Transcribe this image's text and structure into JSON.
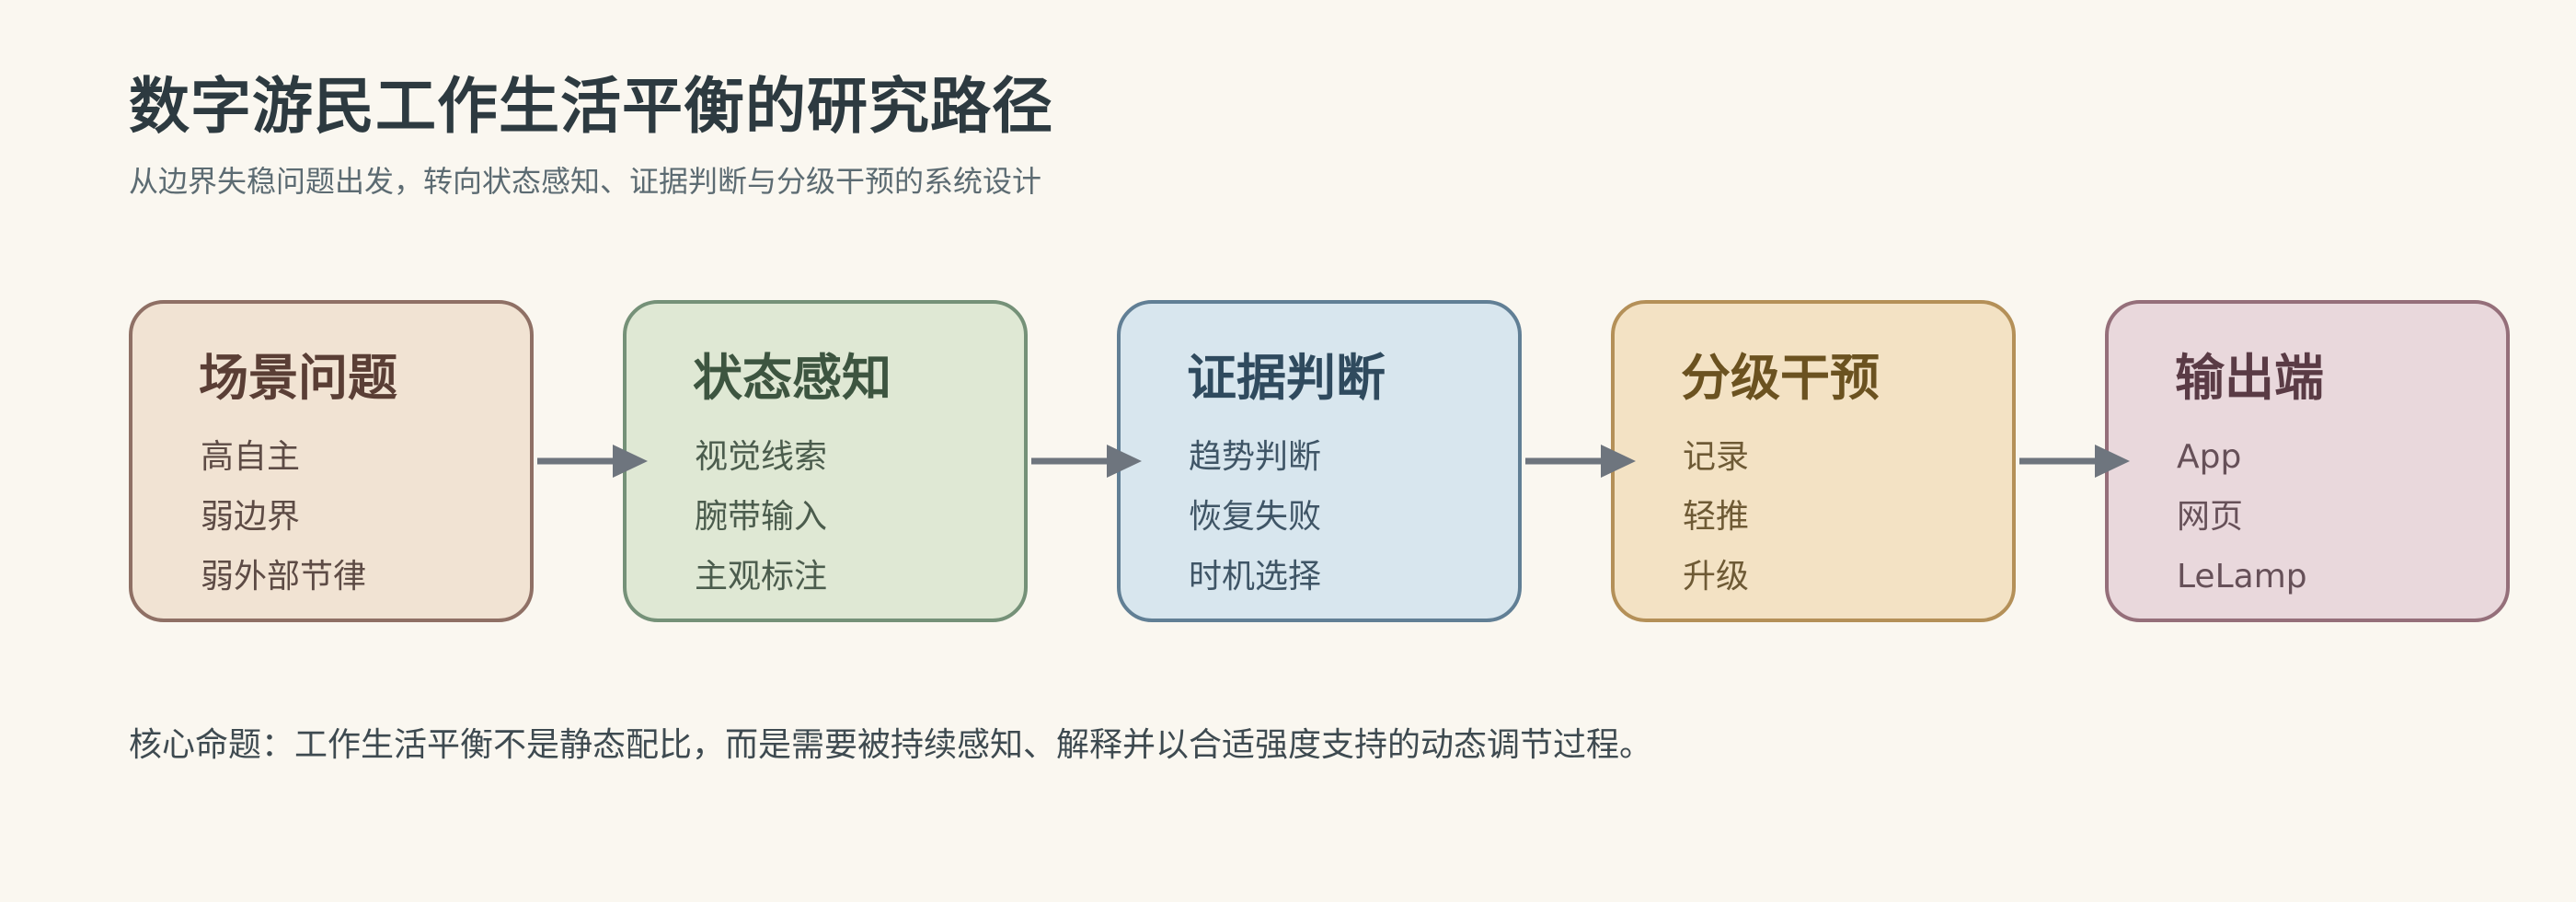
{
  "title": "数字游民工作生活平衡的研究路径",
  "subtitle": "从边界失稳问题出发，转向状态感知、证据判断与分级干预的系统设计",
  "stages": [
    {
      "title": "场景问题",
      "items": [
        "高自主",
        "弱边界",
        "弱外部节律"
      ],
      "fill": "#f1e3d3",
      "border": "#8f7065",
      "title_color": "#5a3e35",
      "item_color": "#5d4b45"
    },
    {
      "title": "状态感知",
      "items": [
        "视觉线索",
        "腕带输入",
        "主观标注"
      ],
      "fill": "#dfe8d4",
      "border": "#759178",
      "title_color": "#3d5540",
      "item_color": "#4b5c4d"
    },
    {
      "title": "证据判断",
      "items": [
        "趋势判断",
        "恢复失败",
        "时机选择"
      ],
      "fill": "#d8e6ee",
      "border": "#617f95",
      "title_color": "#2f4a5e",
      "item_color": "#3f5566"
    },
    {
      "title": "分级干预",
      "items": [
        "记录",
        "轻推",
        "升级"
      ],
      "fill": "#f3e2c4",
      "border": "#b49058",
      "title_color": "#6b5220",
      "item_color": "#6e5a35"
    },
    {
      "title": "输出端",
      "items": [
        "App",
        "网页",
        "LeLamp"
      ],
      "fill": "#e9d8dc",
      "border": "#956f7a",
      "title_color": "#5a3b45",
      "item_color": "#665058"
    }
  ],
  "arrow_color": "#6e757e",
  "thesis": "核心命题：工作生活平衡不是静态配比，而是需要被持续感知、解释并以合适强度支持的动态调节过程。"
}
